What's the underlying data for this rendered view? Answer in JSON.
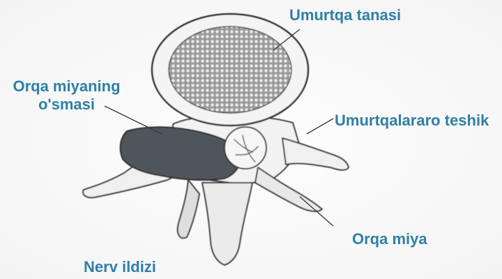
{
  "labels": {
    "vertebral_body": "Umurtqa tanasi",
    "spinal_tumor_line1": "Orqa miyaning",
    "spinal_tumor_line2": "o'smasi",
    "intervertebral_foramen": "Umurtqalararo teshik",
    "spinal_cord": "Orqa miya",
    "nerve_root": "Nerv ildizi"
  },
  "colors": {
    "label_text": "#2f7fa8",
    "tumor_fill": "#4f555c",
    "outline": "#3a3a3a"
  }
}
